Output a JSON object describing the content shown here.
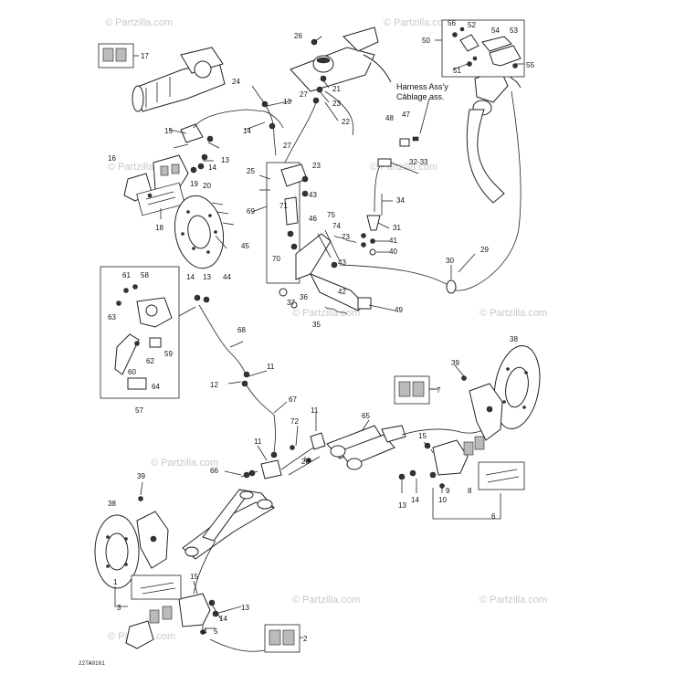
{
  "diagram": {
    "harness_label_en": "Harness Ass'y",
    "harness_label_fr": "Câblage ass.",
    "reference_code": "22TA0101",
    "watermark_text": "© Partzilla.com",
    "callouts": [
      "1",
      "2",
      "3",
      "4",
      "5",
      "6",
      "7",
      "8",
      "9",
      "10",
      "11",
      "12",
      "13",
      "14",
      "15",
      "16",
      "17",
      "18",
      "19",
      "20",
      "21",
      "22",
      "23",
      "24",
      "25",
      "26",
      "27",
      "28",
      "29",
      "30",
      "31",
      "32-33",
      "34",
      "35",
      "36",
      "37",
      "38",
      "39",
      "40",
      "41",
      "42",
      "43",
      "44",
      "45",
      "46",
      "47",
      "48",
      "49",
      "50",
      "51",
      "52",
      "53",
      "54",
      "55",
      "56",
      "57",
      "58",
      "59",
      "60",
      "61",
      "62",
      "63",
      "64",
      "65",
      "66",
      "67",
      "68",
      "69",
      "70",
      "71",
      "72",
      "73",
      "74",
      "75"
    ]
  }
}
